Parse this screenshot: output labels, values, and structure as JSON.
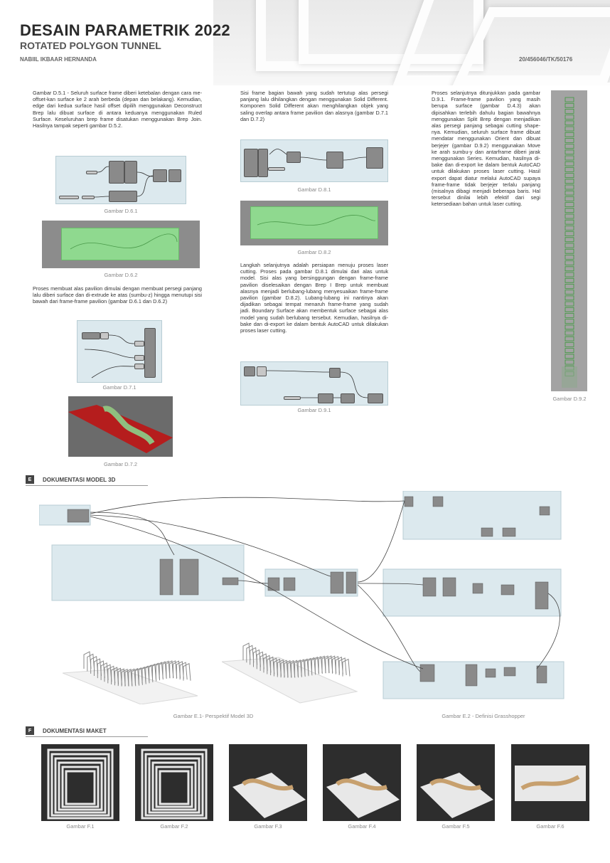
{
  "header": {
    "title": "DESAIN PARAMETRIK 2022",
    "subtitle": "ROTATED POLYGON TUNNEL",
    "author": "NABIIL IKBAAR HERNANDA",
    "nim": "20/456046/TK/50176"
  },
  "col1": {
    "p1": "Gambar D.5.1 - Seluruh surface frame diberi ketebalan dengan cara me-offset-kan surface ke 2 arah berbeda (depan dan belakang). Kemudian, edge dari kedua surface hasil offset dipilih menggunakan Deconstruct Brep lalu dibuat surface di antara keduanya menggunakan Ruled Surface. Keseluruhan brep frame disatukan menggunakan Brep Join. Hasilnya tampak seperti gambar D.5.2.",
    "cap_d61": "Gambar D.6.1",
    "cap_d62": "Gambar D.6.2",
    "p2": "Proses membuat alas pavilion dimulai dengan membuat persegi panjang lalu diberi surface dan di-extrude ke atas (sumbu-z) hingga menutupi sisi bawah dari frame-frame pavilion (gambar D.6.1 dan D.6.2)",
    "cap_d71": "Gambar D.7.1",
    "cap_d72": "Gambar D.7.2"
  },
  "col2": {
    "p1": "Sisi frame bagian bawah yang sudah tertutup alas persegi panjang lalu dihilangkan dengan menggunakan Solid Different. Komponen Solid Different akan menghilangkan objek yang saling overlap antara frame pavilion dan alasnya (gambar D.7.1 dan D.7.2)",
    "cap_d81": "Gambar D.8.1",
    "cap_d82": "Gambar D.8.2",
    "p2": "Langkah selanjutnya adalah persiapan menuju proses laser cutting. Proses pada gambar D.8.1 dimulai dari alas untuk model. Sisi alas yang bersinggungan dengan frame-frame pavilion diselesaikan dengan Brep I Brep untuk membuat alasnya menjadi berlubang-lubang menyesuaikan frame-frame pavilion (gambar D.8.2). Lubang-lubang ini nantinya akan dijadikan sebagai tempat menaruh frame-frame yang sudah jadi. Boundary Surface akan membentuk surface sebagai alas model yang sudah berlubang tersebut. Kemudian, hasilnya di-bake dan di-export ke dalam bentuk AutoCAD untuk dilakukan proses laser cutting.",
    "cap_d91": "Gambar D.9.1"
  },
  "col3": {
    "p1": "Proses selanjutnya ditunjukkan pada gambar D.9.1. Frame-frame pavilion yang masih berupa surface (gambar D.4.3) akan dipisahkan terlebih dahulu bagian bawahnya menggunakan Split Brep dengan menjadikan alas persegi panjang sebagai cutting shape-nya. Kemudian, seluruh surface frame dibuat mendatar menggunakan Orient dan dibuat berjejer (gambar D.9.2) menggunakan Move ke arah sumbu-y dan antarframe diberi jarak menggunakan Series. Kemudian, hasilnya di-bake dan di-export ke dalam bentuk AutoCAD untuk dilakukan proses laser cutting. Hasil export dapat diatur melalui AutoCAD supaya frame-frame tidak berjejer terlalu panjang (misalnya dibagi menjadi beberapa baris. Hal tersebut dinilai lebih efektif dari segi ketersediaan bahan untuk laser cutting.",
    "cap_d92": "Gambar D.9.2"
  },
  "sectionE": {
    "letter": "E",
    "title": "DOKUMENTASI MODEL 3D",
    "cap_e1": "Gambar E.1- Perspektif Model 3D",
    "cap_e2": "Gambar E.2 - Definisi Grasshopper"
  },
  "sectionF": {
    "letter": "F",
    "title": "DOKUMENTASI MAKET",
    "captions": [
      "Gambar F.1",
      "Gambar F.2",
      "Gambar F.3",
      "Gambar F.4",
      "Gambar F.5",
      "Gambar F.6"
    ]
  }
}
